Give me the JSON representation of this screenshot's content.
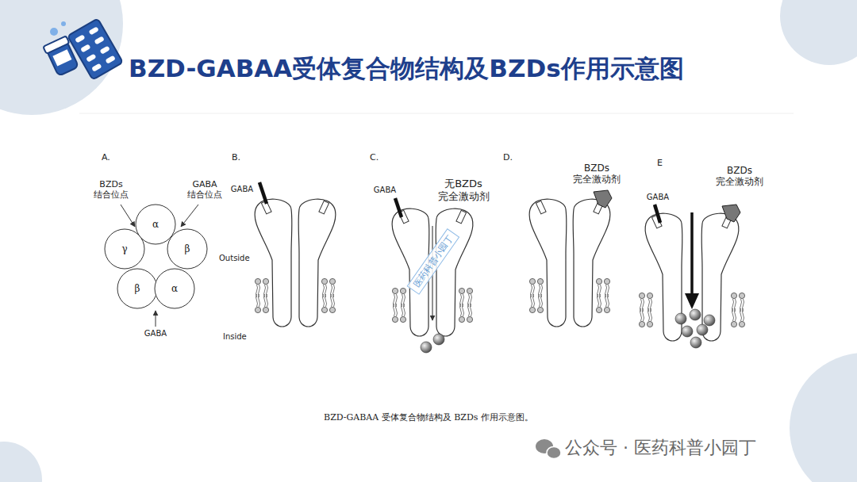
{
  "diagram": {
    "title": "BZD-GABAA受体复合物结构及BZDs作用示意图",
    "caption": "BZD-GABAA 受体复合物结构及 BZDs 作用示意图。",
    "nodes": [
      {
        "text": [
          "α"
        ]
      },
      {
        "text": [
          "γ"
        ]
      },
      {
        "text": [
          "β"
        ]
      },
      {
        "text": [
          "β"
        ]
      },
      {
        "text": [
          "α"
        ]
      }
    ],
    "labels": [
      "A.",
      "BZDs 结合位点",
      "GABA 结合位点",
      "GABA",
      "B.",
      "GABA",
      "Outside",
      "Inside",
      "C.",
      "GABA",
      "无BZDs 完全激动剂",
      "医药科普小园丁",
      "D.",
      "BZDs 完全激动剂",
      "E",
      "GABA",
      "BZDs 完全激动剂",
      "公众号 · 医药科普小园丁"
    ]
  }
}
